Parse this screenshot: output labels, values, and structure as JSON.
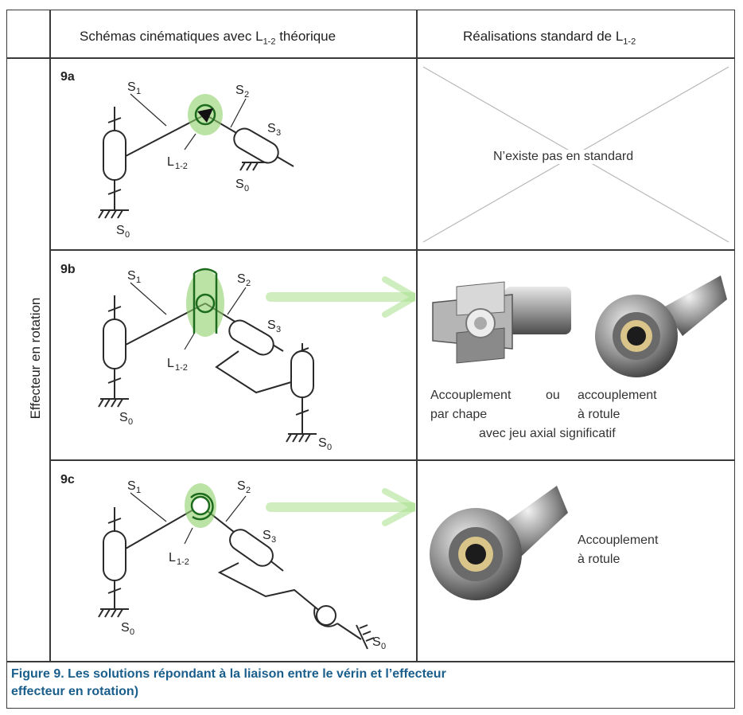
{
  "header": {
    "col1": "Schémas cinématiques avec L",
    "col1_sub": "1-2",
    "col1_suffix": " théorique",
    "col2": "Réalisations standard de L",
    "col2_sub": "1-2"
  },
  "side_label": "Effecteur en rotation",
  "rows": [
    {
      "id": "9a",
      "labels": {
        "s1": "S",
        "s1_sub": "1",
        "s2": "S",
        "s2_sub": "2",
        "s3": "S",
        "s3_sub": "3",
        "l12": "L",
        "l12_sub": "1-2",
        "s0": "S",
        "s0_sub": "0"
      },
      "realisation": "N’existe pas en standard"
    },
    {
      "id": "9b",
      "labels": {
        "s1": "S",
        "s1_sub": "1",
        "s2": "S",
        "s2_sub": "2",
        "s3": "S",
        "s3_sub": "3",
        "l12": "L",
        "l12_sub": "1-2",
        "s0": "S",
        "s0_sub": "0"
      },
      "realisation_left_1": "Accouplement",
      "realisation_left_2": "par chape",
      "realisation_or": "ou",
      "realisation_right_1": "accouplement",
      "realisation_right_2": "à rotule",
      "realisation_note": "avec jeu axial significatif"
    },
    {
      "id": "9c",
      "labels": {
        "s1": "S",
        "s1_sub": "1",
        "s2": "S",
        "s2_sub": "2",
        "s3": "S",
        "s3_sub": "3",
        "l12": "L",
        "l12_sub": "1-2",
        "s0": "S",
        "s0_sub": "0"
      },
      "realisation_1": "Accouplement",
      "realisation_2": "à rotule"
    }
  ],
  "caption_line1": "Figure 9. Les solutions répondant à la liaison entre le vérin et l’effecteur",
  "caption_line2": "effecteur en rotation)",
  "colors": {
    "highlight": "#8fd16a",
    "caption": "#1a5e8c",
    "line": "#3a3a3a"
  }
}
